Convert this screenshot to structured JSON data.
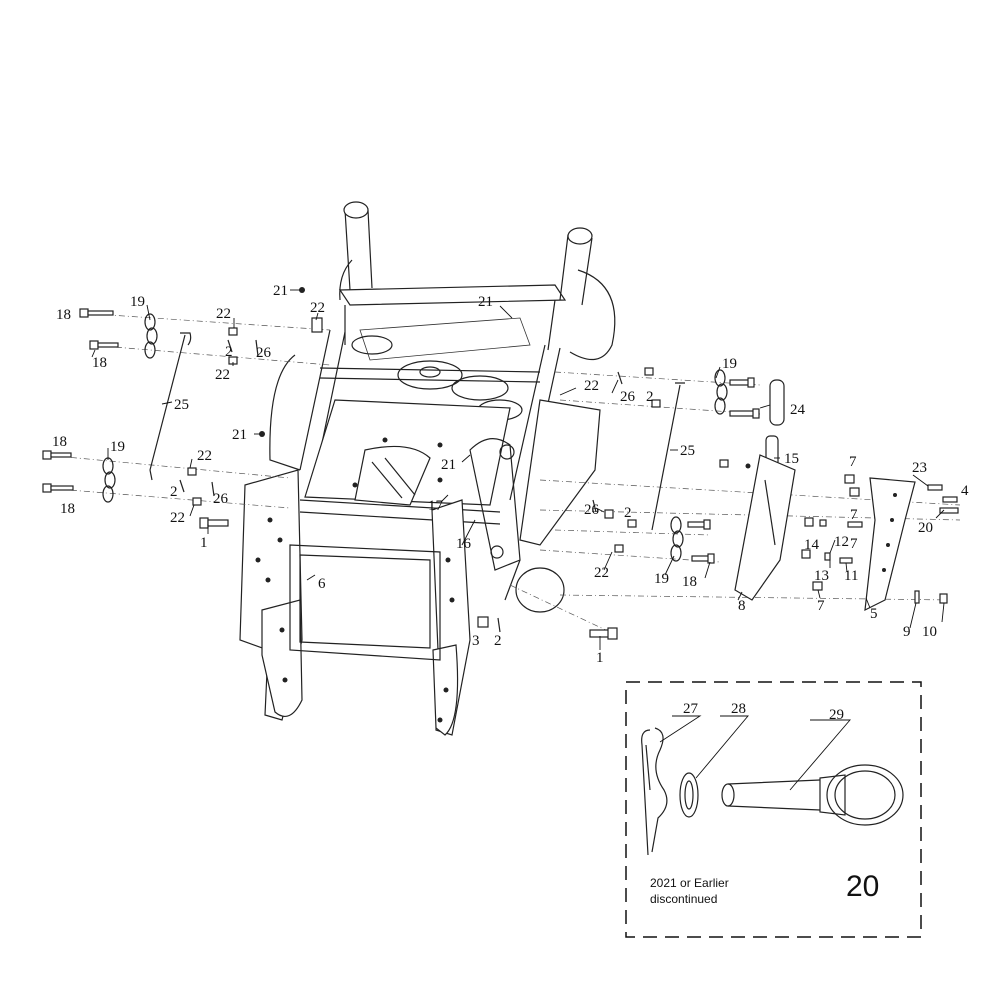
{
  "callouts": [
    {
      "id": "c18a",
      "label": "18"
    },
    {
      "id": "c19a",
      "label": "19"
    },
    {
      "id": "c22a",
      "label": "22"
    },
    {
      "id": "c21a",
      "label": "21"
    },
    {
      "id": "c22b",
      "label": "22"
    },
    {
      "id": "c21b",
      "label": "21"
    },
    {
      "id": "c18b",
      "label": "18"
    },
    {
      "id": "c2a",
      "label": "2"
    },
    {
      "id": "c26a",
      "label": "26"
    },
    {
      "id": "c22c",
      "label": "22"
    },
    {
      "id": "c25a",
      "label": "25"
    },
    {
      "id": "c21c",
      "label": "21"
    },
    {
      "id": "c18c",
      "label": "18"
    },
    {
      "id": "c19b",
      "label": "19"
    },
    {
      "id": "c22d",
      "label": "22"
    },
    {
      "id": "c2b",
      "label": "2"
    },
    {
      "id": "c26b",
      "label": "26"
    },
    {
      "id": "c18d",
      "label": "18"
    },
    {
      "id": "c22e",
      "label": "22"
    },
    {
      "id": "c1a",
      "label": "1"
    },
    {
      "id": "c6",
      "label": "6"
    },
    {
      "id": "c21d",
      "label": "21"
    },
    {
      "id": "c17",
      "label": "17"
    },
    {
      "id": "c16",
      "label": "16"
    },
    {
      "id": "c3",
      "label": "3"
    },
    {
      "id": "c2c",
      "label": "2"
    },
    {
      "id": "c1b",
      "label": "1"
    },
    {
      "id": "c22f",
      "label": "22"
    },
    {
      "id": "c26c",
      "label": "26"
    },
    {
      "id": "c2d",
      "label": "2"
    },
    {
      "id": "c19c",
      "label": "19"
    },
    {
      "id": "c24",
      "label": "24"
    },
    {
      "id": "c25b",
      "label": "25"
    },
    {
      "id": "c15",
      "label": "15"
    },
    {
      "id": "c7a",
      "label": "7"
    },
    {
      "id": "c23",
      "label": "23"
    },
    {
      "id": "c4",
      "label": "4"
    },
    {
      "id": "c7b",
      "label": "7"
    },
    {
      "id": "c20",
      "label": "20"
    },
    {
      "id": "c26d",
      "label": "26"
    },
    {
      "id": "c2e",
      "label": "2"
    },
    {
      "id": "c7c",
      "label": "7"
    },
    {
      "id": "c14",
      "label": "14"
    },
    {
      "id": "c12",
      "label": "12"
    },
    {
      "id": "c13",
      "label": "13"
    },
    {
      "id": "c11",
      "label": "11"
    },
    {
      "id": "c22g",
      "label": "22"
    },
    {
      "id": "c19d",
      "label": "19"
    },
    {
      "id": "c18e",
      "label": "18"
    },
    {
      "id": "c8",
      "label": "8"
    },
    {
      "id": "c7d",
      "label": "7"
    },
    {
      "id": "c5",
      "label": "5"
    },
    {
      "id": "c9",
      "label": "9"
    },
    {
      "id": "c10",
      "label": "10"
    }
  ],
  "inset": {
    "callouts": [
      {
        "id": "i27",
        "label": "27"
      },
      {
        "id": "i28",
        "label": "28"
      },
      {
        "id": "i29",
        "label": "29"
      }
    ],
    "note_line1": "2021 or Earlier",
    "note_line2": "discontinued",
    "assembly_number": "20"
  }
}
